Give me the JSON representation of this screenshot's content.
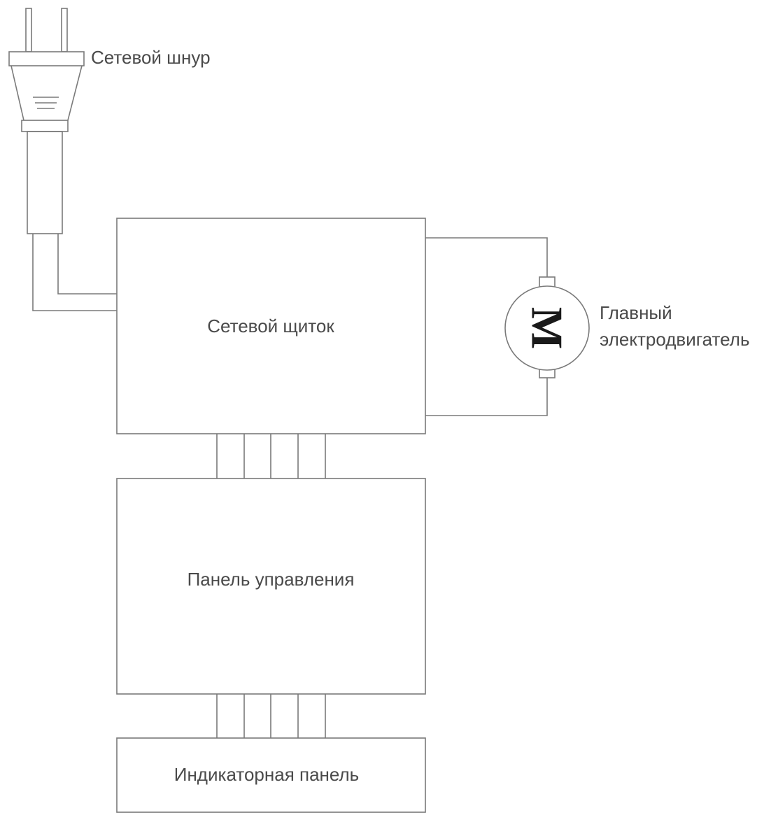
{
  "labels": {
    "power_cord": "Сетевой шнур",
    "power_panel": "Сетевой щиток",
    "motor_line1": "Главный",
    "motor_line2": "электродвигатель",
    "motor_symbol": "M",
    "control_panel": "Панель управления",
    "indicator_panel": "Индикаторная панель"
  },
  "colors": {
    "line": "#7a7a7a",
    "text": "#4a4a4a",
    "background": "#ffffff"
  },
  "icons": {
    "plug": "power-plug-icon",
    "motor": "motor-icon"
  }
}
